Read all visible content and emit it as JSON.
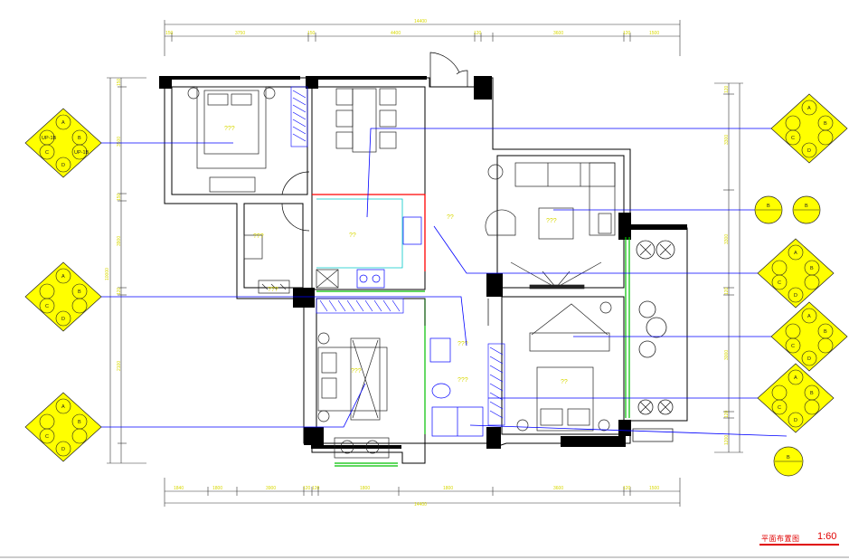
{
  "dimensions": {
    "top_total": "14400",
    "top_segments": [
      "150",
      "3750",
      "150",
      "4400",
      "120",
      "3600",
      "120",
      "1500"
    ],
    "bottom_total": "14400",
    "bottom_segments": [
      "1840",
      "1800",
      "3900",
      "120",
      "120",
      "1800",
      "1800",
      "3600",
      "120",
      "1500"
    ],
    "left_total": "10000",
    "left_segments": [
      "150",
      "3500",
      "150",
      "3900",
      "120",
      "2100"
    ],
    "right_segments": [
      "120",
      "3300",
      "3300",
      "120",
      "3000",
      "120",
      "1200"
    ]
  },
  "room_labels": [
    "???",
    "???",
    "???",
    "??",
    "??",
    "???",
    "???",
    "???",
    "???",
    "??"
  ],
  "tags": {
    "cluster_rows": [
      "A",
      "UP-1B",
      "UP-1B",
      "B",
      "C",
      "UP-1B",
      "UP-1B",
      "D"
    ],
    "pair_left": "B",
    "pair_right": "B",
    "single": "B"
  },
  "scale": {
    "label": "平面布置图",
    "value": "1:60"
  },
  "colors": {
    "wall": "#000000",
    "line": "#222222",
    "dim": "#d8d800",
    "tag_fill": "#ffff00",
    "leader": "#0000ff",
    "cabinet": "#0000ff",
    "window": "#00c000",
    "kitchen_wall": "#ff0000",
    "counter": "#00c8c8",
    "scale": "#e00000"
  }
}
